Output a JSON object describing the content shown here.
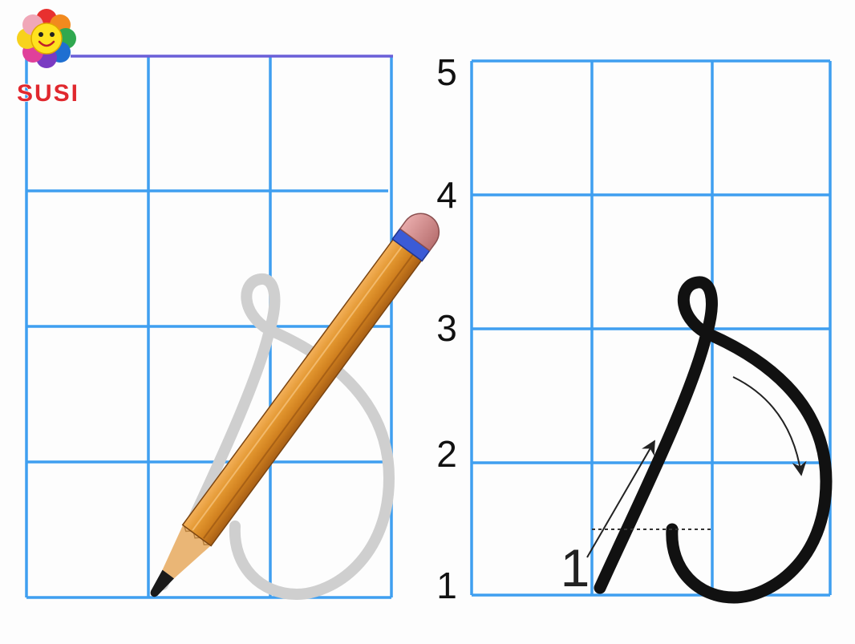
{
  "logo": {
    "text": "SUSI",
    "icon": "flower-smiley-icon"
  },
  "row_numbers": [
    "5",
    "4",
    "3",
    "2",
    "1"
  ],
  "guide_label": "1",
  "icons": {
    "pencil": "pencil-icon",
    "stroke_direction_up": "arrow-up-right-icon",
    "stroke_direction_curve": "curved-arrow-icon"
  },
  "colors": {
    "grid": "#3f9ff0",
    "grid_top": "#6a5fd8",
    "model_letter": "#111111",
    "trace_letter": "#cfcfcf",
    "pencil_body": "#d98a2b",
    "pencil_wood": "#eab676",
    "ferrule": "#3b5bd6",
    "eraser": "#d49090",
    "logo_text": "#e0282e"
  }
}
